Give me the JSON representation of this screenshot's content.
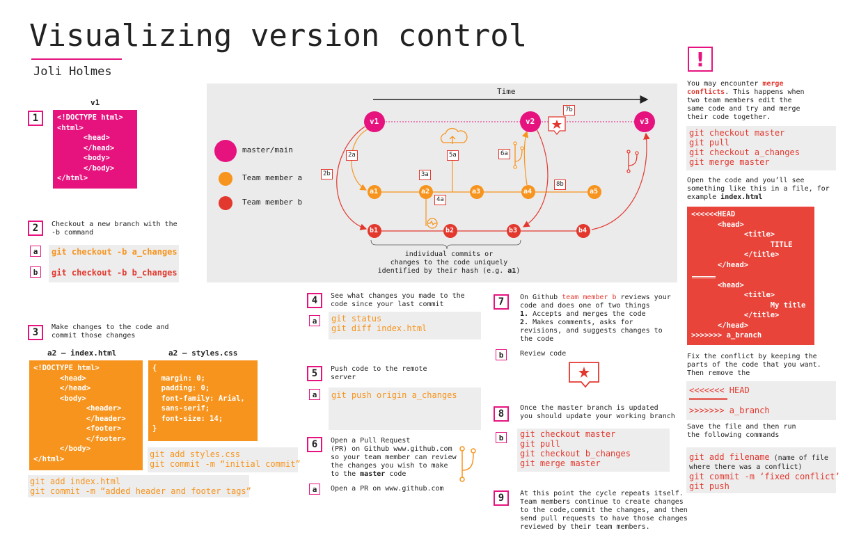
{
  "title": "Visualizing version control",
  "author": "Joli Holmes",
  "colors": {
    "master": "#e6137f",
    "member_a": "#f7941d",
    "member_b": "#e2382e",
    "panel": "#ebebeb"
  },
  "step1": {
    "num": "1",
    "caption": "v1",
    "code": "<!DOCTYPE html>\n<html>\n      <head>\n      </head>\n      <body>\n      </body>\n</html>"
  },
  "step2": {
    "num": "2",
    "text": "Checkout a new branch with the\n-b command",
    "a": "a",
    "b": "b",
    "cmd_a": "git checkout -b a_changes",
    "cmd_b": "git checkout -b b_changes"
  },
  "step3": {
    "num": "3",
    "text": "Make changes to the code and\ncommit those changes",
    "index_caption": "a2 – index.html",
    "styles_caption": "a2 – styles.css",
    "index_code": "<!DOCTYPE html>\n      <head>\n      </head>\n      <body>\n            <header>\n            </header>\n            <footer>\n            </footer>\n      </body>\n</html>",
    "styles_code": "{\n  margin: 0;\n  padding: 0;\n  font-family: Arial,\n  sans-serif;\n  font-size: 14;\n}",
    "styles_cmd": "git add styles.css\ngit commit -m “initial commit”",
    "index_cmd": "git add index.html\ngit commit -m “added header and footer tags”"
  },
  "diagram": {
    "time_label": "Time",
    "legend": [
      "master/main",
      "Team member a",
      "Team member b"
    ],
    "nodes": {
      "v1": "v1",
      "v2": "v2",
      "v3": "v3",
      "a1": "a1",
      "a2": "a2",
      "a3": "a3",
      "a4": "a4",
      "a5": "a5",
      "b1": "b1",
      "b2": "b2",
      "b3": "b3",
      "b4": "b4"
    },
    "tags": {
      "t2a": "2a",
      "t2b": "2b",
      "t3a": "3a",
      "t4a": "4a",
      "t5a": "5a",
      "t6a": "6a",
      "t7b": "7b",
      "t8b": "8b"
    },
    "caption_l1": "individual commits or",
    "caption_l2": "changes to the code uniquely",
    "caption_l3a": "identified by their hash (e.g. ",
    "caption_l3b": "a1",
    "caption_l3c": ")"
  },
  "step4": {
    "num": "4",
    "text": "See what changes you made to the\ncode since your last commit",
    "a": "a",
    "cmd": "git status\ngit diff index.html"
  },
  "step5": {
    "num": "5",
    "text": "Push code to the remote\nserver",
    "a": "a",
    "cmd": "git push origin a_changes"
  },
  "step6": {
    "num": "6",
    "text_l1": "Open a Pull Request",
    "text_l2": "(PR) on Github www.github.com",
    "text_l3": "so your team member can review",
    "text_l4": "the changes you wish to make",
    "text_l5a": "to the ",
    "text_l5b": "master",
    "text_l5c": " code",
    "a": "a",
    "sub": "Open a PR on www.github.com"
  },
  "step7": {
    "num": "7",
    "l1a": "On Github ",
    "l1b": "team member b",
    "l1c": " reviews your",
    "l2": "code and does one of two things",
    "l3a": "1.",
    "l3b": " Accepts and merges the code",
    "l4a": "2.",
    "l4b": " Makes comments, asks for",
    "l5": "revisions, and suggests changes to",
    "l6": "the code",
    "b": "b",
    "sub": "Review code"
  },
  "step8": {
    "num": "8",
    "text": "Once the master branch is updated\nyou should update your working branch",
    "b": "b",
    "cmd": "git checkout master\ngit pull\ngit checkout b_changes\ngit merge master"
  },
  "step9": {
    "num": "9",
    "text": "At this point the cycle repeats itself.\nTeam members continue to create changes\nto the code,commit the changes, and then\nsend pull requests to have those changes\nreviewed by their team members."
  },
  "merge": {
    "icon": "!",
    "intro_a": "You may encounter ",
    "intro_b": "merge",
    "intro_c": "conflicts",
    "intro_d": ". This happens when",
    "intro_l3": "two team members edit the",
    "intro_l4": "same code and try and merge",
    "intro_l5": "their code together.",
    "cmd1": "git checkout master\ngit pull\ngit checkout a_changes\ngit merge master",
    "open_l1": "Open the code and you’ll see",
    "open_l2": "something like this in a file, for",
    "open_l3a": "example ",
    "open_l3b": "index.html",
    "conflict_code": "<<<<<<HEAD\n      <head>\n            <title>\n                  TITLE\n            </title>\n      </head>\n\n      <head>\n            <title>\n                  My title\n            </title>\n      </head>\n>>>>>>> a_branch",
    "fix_text": "Fix the conflict by keeping the\nparts of the code that you want.\nThen remove the",
    "remove_l1": "<<<<<<< HEAD",
    "remove_l2": ">>>>>>> a_branch",
    "save_text": "Save the file and then run\nthe following commands",
    "final_l1a": "git add filename",
    "final_l1b": " (name of file",
    "final_l2": "where there was a conflict)",
    "final_l3": "git commit -m ‘fixed conflict’",
    "final_l4": "git push"
  }
}
